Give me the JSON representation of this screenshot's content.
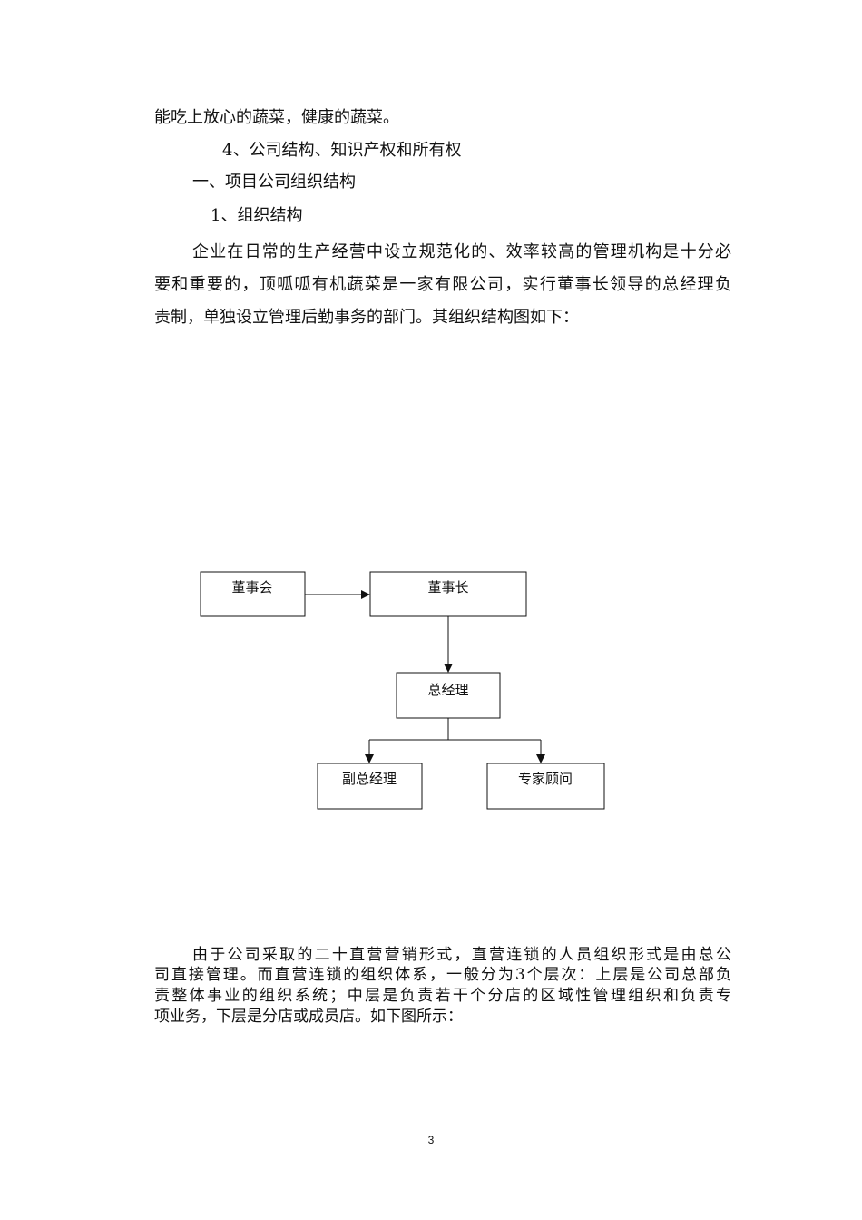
{
  "page": {
    "continuation": "能吃上放心的蔬菜，健康的蔬菜。",
    "section_heading": "4、公司结构、知识产权和所有权",
    "subheading": "一、项目公司组织结构",
    "subsubheading": "1、组织结构",
    "para1": [
      "企业在日常的生产经营中设立规范化的、效率较高的管理机构是十分必",
      "要和重要的，顶呱呱有机蔬菜是一家有限公司，实行董事长领导的总经理负",
      "责制，单独设立管理后勤事务的部门。其组织结构图如下："
    ],
    "para2": [
      "由于公司采取的二十直营营销形式，直营连锁的人员组织形式是由总公",
      "司直接管理。而直营连锁的组织体系，一般分为3个层次：上层是公司总部负",
      "责整体事业的组织系统；中层是负责若干个分店的区域性管理组织和负责专",
      "项业务，下层是分店或成员店。如下图所示："
    ],
    "page_number": "3"
  },
  "org_chart": {
    "board": "董事会",
    "chairman": "董事长",
    "general_manager": "总经理",
    "deputy_gm": "副总经理",
    "consultant": "专家顾问"
  }
}
